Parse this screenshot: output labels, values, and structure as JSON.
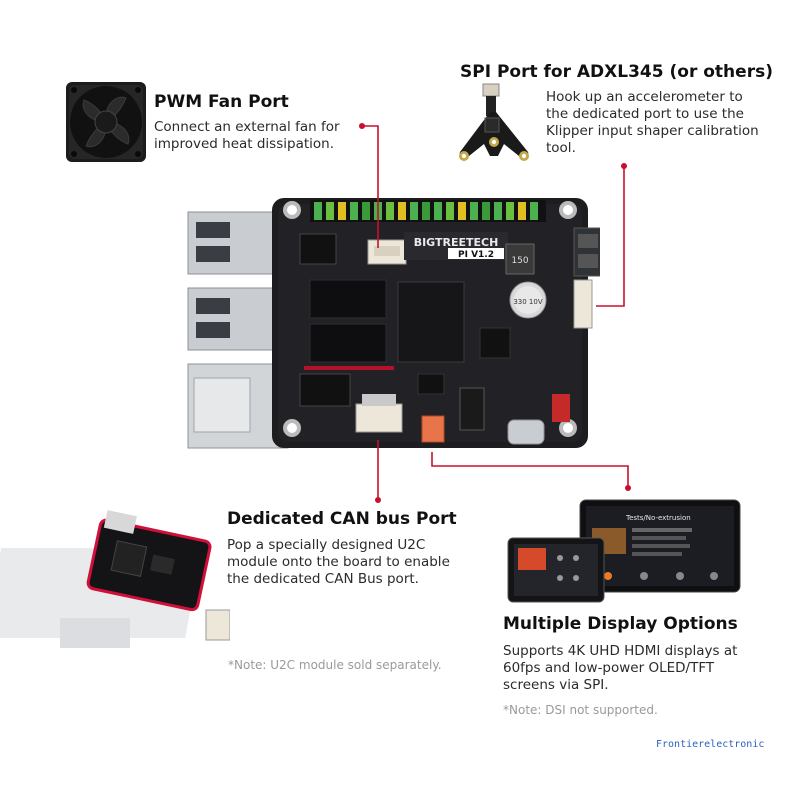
{
  "fan_port": {
    "title": "PWM Fan Port",
    "desc": [
      "Connect an external fan for",
      "improved heat dissipation."
    ]
  },
  "spi_port": {
    "title": "SPI Port for ADXL345 (or others)",
    "desc": [
      "Hook up an accelerometer to",
      "the dedicated port to use the",
      "Klipper input shaper calibration",
      "tool."
    ]
  },
  "can_port": {
    "title": "Dedicated CAN bus Port",
    "desc": [
      "Pop a specially designed U2C",
      "module onto the board to enable",
      "the dedicated CAN Bus port."
    ],
    "note": "*Note: U2C module sold separately."
  },
  "display": {
    "title": "Multiple Display Options",
    "desc": [
      "Supports 4K UHD HDMI displays at",
      "60fps and low-power OLED/TFT",
      "screens via SPI."
    ],
    "note": "*Note: DSI not supported."
  },
  "board": {
    "brand": "BIGTREETECH",
    "model": "PI  V1.2",
    "cap_label": "150",
    "cap2_label": "330 10V"
  },
  "screen": {
    "title": "Tests/No-extrusion"
  },
  "watermark": "Frontierelectronic",
  "colors": {
    "accent": "#c8102e",
    "pcb": "#1d1d20"
  }
}
